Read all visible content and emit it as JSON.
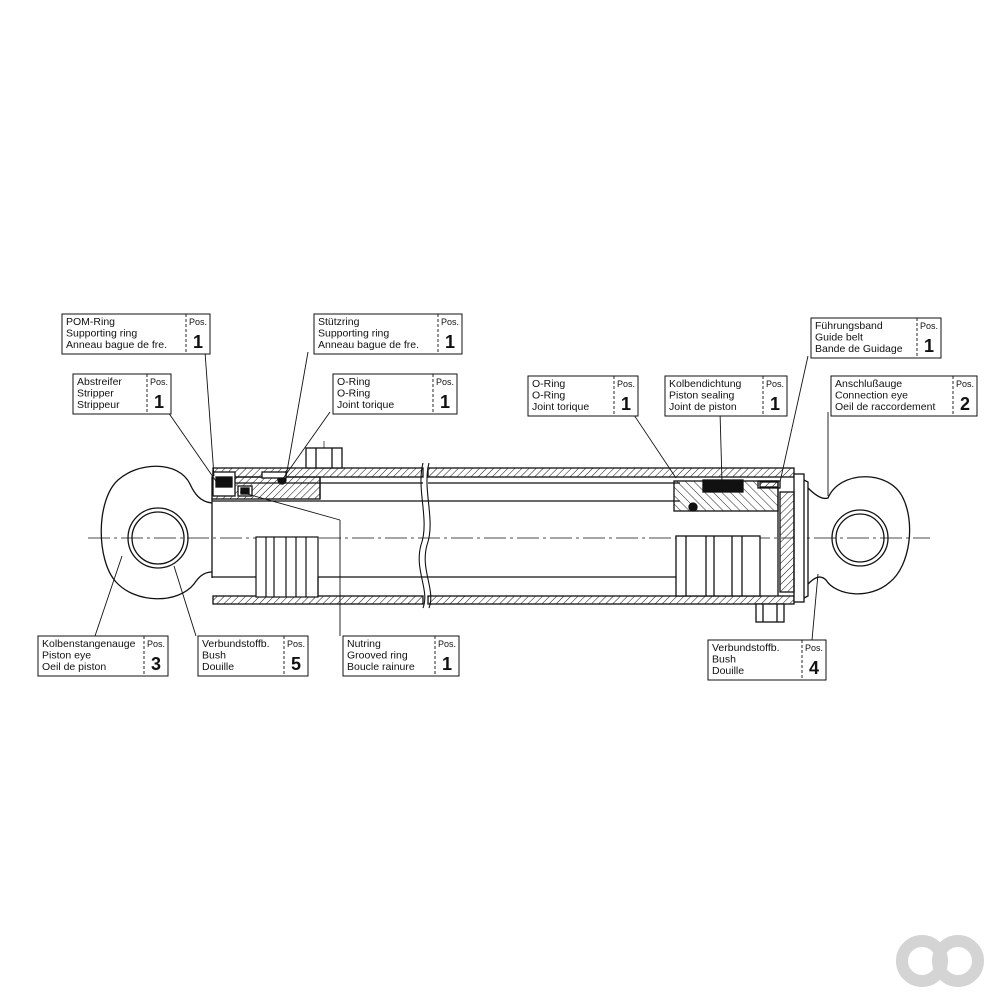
{
  "callouts": [
    {
      "id": "pom-ring",
      "lines": [
        "POM-Ring",
        "Supporting ring",
        "Anneau bague de fre."
      ],
      "pos_label": "Pos.",
      "qty": "1"
    },
    {
      "id": "stuetzring",
      "lines": [
        "Stützring",
        "Supporting ring",
        "Anneau bague de fre."
      ],
      "pos_label": "Pos.",
      "qty": "1"
    },
    {
      "id": "fuehrungsband",
      "lines": [
        "Führungsband",
        "Guide belt",
        "Bande de Guidage"
      ],
      "pos_label": "Pos.",
      "qty": "1"
    },
    {
      "id": "abstreifer",
      "lines": [
        "Abstreifer",
        "Stripper",
        "Strippeur"
      ],
      "pos_label": "Pos.",
      "qty": "1"
    },
    {
      "id": "o-ring-rod",
      "lines": [
        "O-Ring",
        "O-Ring",
        "Joint torique"
      ],
      "pos_label": "Pos.",
      "qty": "1"
    },
    {
      "id": "o-ring-piston",
      "lines": [
        "O-Ring",
        "O-Ring",
        "Joint torique"
      ],
      "pos_label": "Pos.",
      "qty": "1"
    },
    {
      "id": "kolbendichtung",
      "lines": [
        "Kolbendichtung",
        "Piston sealing",
        "Joint de piston"
      ],
      "pos_label": "Pos.",
      "qty": "1"
    },
    {
      "id": "anschlussauge",
      "lines": [
        "Anschlußauge",
        "Connection eye",
        "Oeil de raccordement"
      ],
      "pos_label": "Pos.",
      "qty": "2"
    },
    {
      "id": "kolbenstangenauge",
      "lines": [
        "Kolbenstangenauge",
        "Piston eye",
        "Oeil de piston"
      ],
      "pos_label": "Pos.",
      "qty": "3"
    },
    {
      "id": "verbundstoff-5",
      "lines": [
        "Verbundstoffb.",
        "Bush",
        "Douille"
      ],
      "pos_label": "Pos.",
      "qty": "5"
    },
    {
      "id": "nutring",
      "lines": [
        "Nutring",
        "Grooved ring",
        "Boucle rainure"
      ],
      "pos_label": "Pos.",
      "qty": "1"
    },
    {
      "id": "verbundstoff-4",
      "lines": [
        "Verbundstoffb.",
        "Bush",
        "Douille"
      ],
      "pos_label": "Pos.",
      "qty": "4"
    }
  ],
  "colors": {
    "line": "#111111",
    "watermark": "#d4d4d4",
    "paper": "#ffffff"
  },
  "watermark_icon": "ao-logo"
}
